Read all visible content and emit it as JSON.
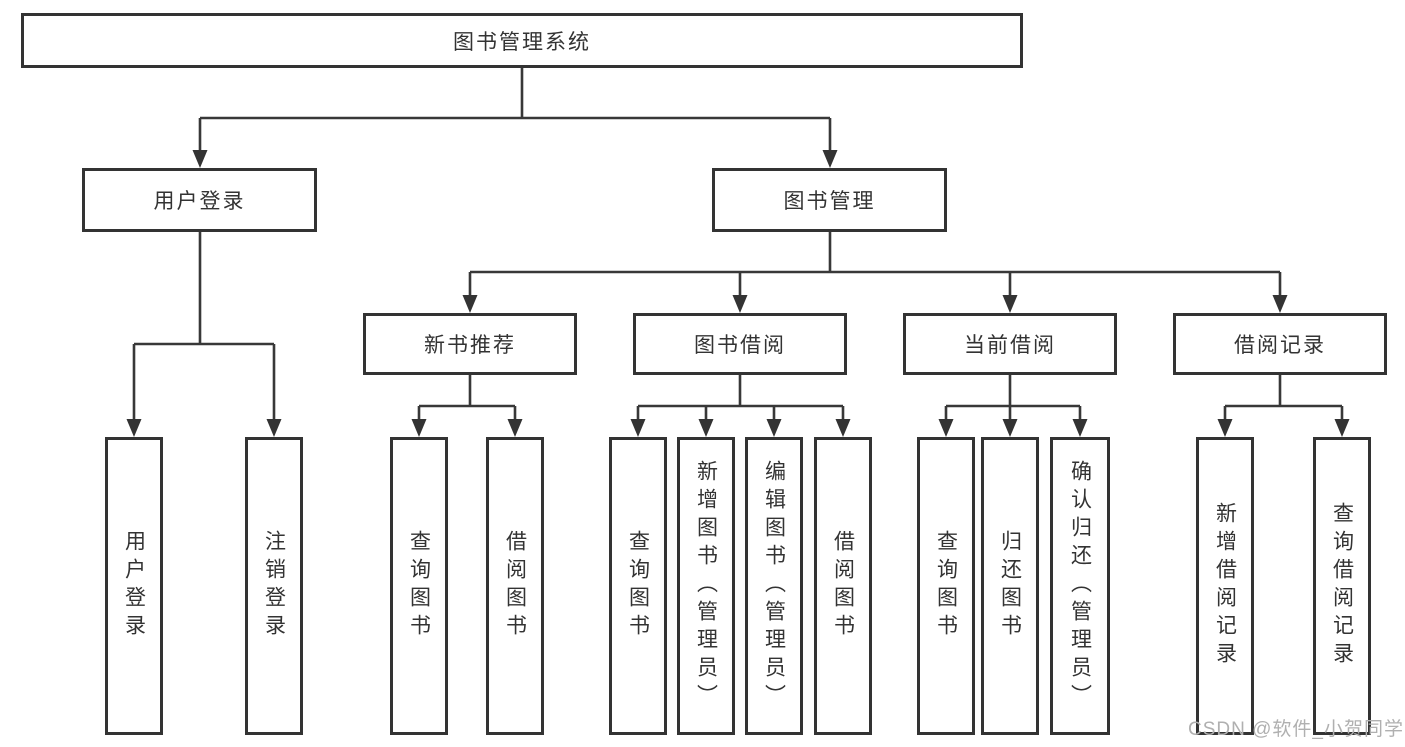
{
  "diagram_type": "hierarchy-tree",
  "tree": {
    "label": "图书管理系统",
    "children": [
      {
        "label": "用户登录",
        "children": [
          {
            "label": "用户登录"
          },
          {
            "label": "注销登录"
          }
        ]
      },
      {
        "label": "图书管理",
        "children": [
          {
            "label": "新书推荐",
            "children": [
              {
                "label": "查询图书"
              },
              {
                "label": "借阅图书"
              }
            ]
          },
          {
            "label": "图书借阅",
            "children": [
              {
                "label": "查询图书"
              },
              {
                "label": "新增图书（管理员）"
              },
              {
                "label": "编辑图书（管理员）"
              },
              {
                "label": "借阅图书"
              }
            ]
          },
          {
            "label": "当前借阅",
            "children": [
              {
                "label": "查询图书"
              },
              {
                "label": "归还图书"
              },
              {
                "label": "确认归还（管理员）"
              }
            ]
          },
          {
            "label": "借阅记录",
            "children": [
              {
                "label": "新增借阅记录"
              },
              {
                "label": "查询借阅记录"
              }
            ]
          }
        ]
      }
    ]
  },
  "watermark": {
    "text": "CSDN @软件_小贺同学",
    "color": "#b0b0b0"
  },
  "colors": {
    "line": "#383838",
    "box_border": "#333333",
    "text": "#333333",
    "background": "#ffffff"
  }
}
